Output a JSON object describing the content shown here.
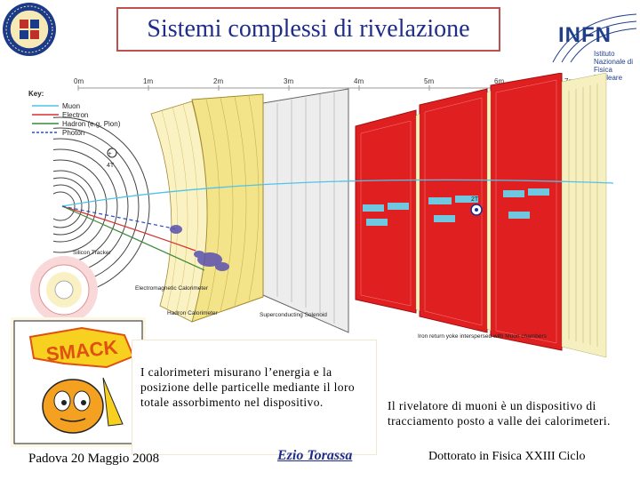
{
  "title": "Sistemi complessi di rivelazione",
  "logo": {
    "word": "INFN",
    "subtitle": "Istituto Nazionale di Fisica Nucleare"
  },
  "legend": {
    "heading": "Key:",
    "items": [
      {
        "label": "Muon",
        "color": "#4fc3e8"
      },
      {
        "label": "Electron",
        "color": "#d9302c"
      },
      {
        "label": "Hadron (e.g. Pion)",
        "color": "#3a8a3a"
      },
      {
        "label": "Photon",
        "color": "#3050c0"
      }
    ]
  },
  "scale": [
    "0m",
    "1m",
    "2m",
    "3m",
    "4m",
    "5m",
    "6m",
    "7m"
  ],
  "field_labels": {
    "inner": "4T",
    "outer": "2T"
  },
  "component_labels": {
    "tracker": "Silicon Tracker",
    "ecal": "Electromagnetic Calorimeter",
    "hcal": "Hadron Calorimeter",
    "solenoid": "Superconducting Solenoid",
    "yoke": "Iron return yoke interspersed with Muon chambers"
  },
  "cartoon_word": "SMACK",
  "caption_left": "I calorimeteri misurano l’energia e la posizione delle particelle mediante il loro totale assorbimento nel dispositivo.",
  "caption_right": "Il rivelatore di muoni è un dispositivo di tracciamento posto a valle dei calorimeteri.",
  "footer": {
    "left": "Padova 20 Maggio 2008",
    "center": "Ezio Torassa",
    "right": "Dottorato in Fisica XXIII Ciclo"
  },
  "colors": {
    "title_border": "#c0504d",
    "title_text": "#1f2d8a",
    "yoke": "#e02020",
    "calorimeter": "#f3e48a",
    "muon_chamber": "#70c8e0"
  }
}
